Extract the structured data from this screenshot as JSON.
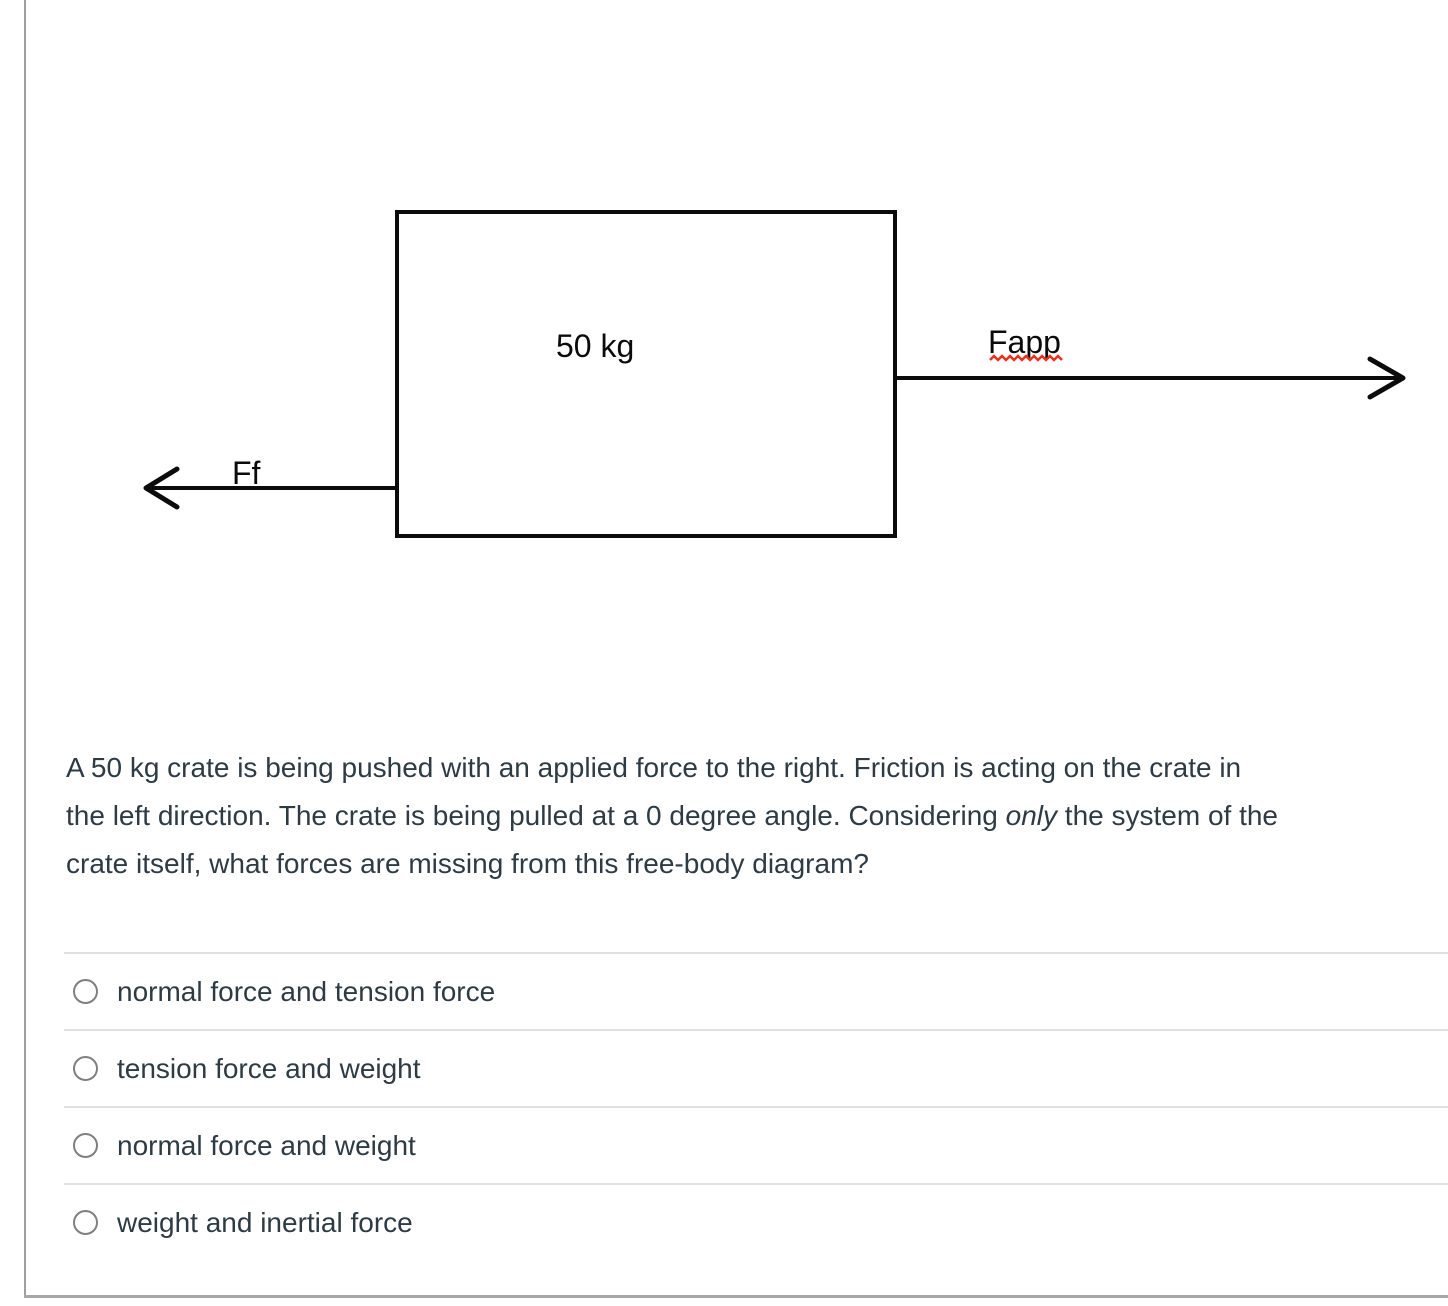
{
  "diagram": {
    "mass_label": "50 kg",
    "applied_force_label": "Fapp",
    "friction_force_label": "Ff"
  },
  "question": {
    "line1": "A 50 kg crate is being pushed with an applied force to the right. Friction is acting on the crate in",
    "line2_pre": "the left direction. The crate is being pulled at a 0 degree angle. Considering ",
    "line2_italic": "only",
    "line2_post": " the system of the",
    "line3": "crate itself, what forces are missing from this free-body diagram?"
  },
  "options": [
    {
      "label": "normal force and tension force"
    },
    {
      "label": "tension force and weight"
    },
    {
      "label": "normal force and weight"
    },
    {
      "label": "weight and inertial force"
    }
  ],
  "colors": {
    "text": "#2d3b45",
    "divider": "#e1e1e1",
    "card_border": "#a8a8a8",
    "diagram_stroke": "#0b0b0b",
    "spellcheck_red": "#e9311f"
  }
}
